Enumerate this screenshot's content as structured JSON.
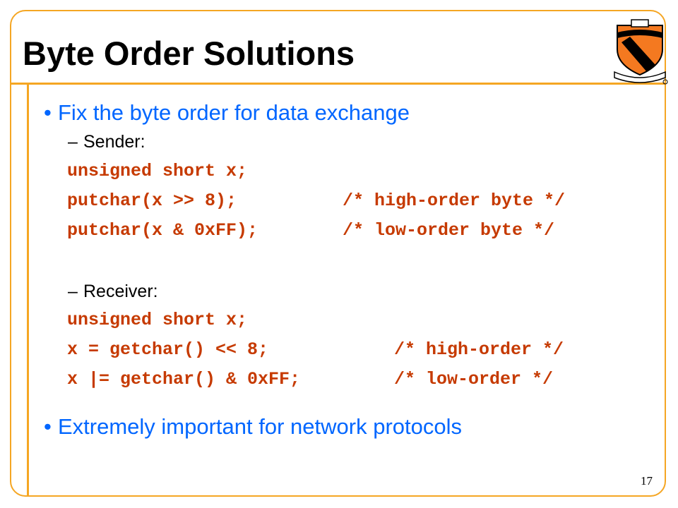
{
  "slide": {
    "title": "Byte Order Solutions",
    "page_number": "17"
  },
  "bullets": [
    "Fix the byte order for data exchange",
    "Extremely important for network protocols"
  ],
  "sender": {
    "label": "Sender:",
    "lines": [
      {
        "code": "unsigned short x;",
        "comment": ""
      },
      {
        "code": "putchar(x >> 8);",
        "comment": "/* high-order byte */"
      },
      {
        "code": "putchar(x & 0xFF);",
        "comment": "/* low-order byte */"
      }
    ]
  },
  "receiver": {
    "label": "Receiver:",
    "lines": [
      {
        "code": "unsigned short x;",
        "comment": ""
      },
      {
        "code": "x = getchar() << 8;",
        "comment": "/* high-order */"
      },
      {
        "code": "x |= getchar() & 0xFF;",
        "comment": "/* low-order */"
      }
    ]
  },
  "colors": {
    "frame": "#f5a623",
    "bullet_text": "#0066ff",
    "code_text": "#c63a00",
    "logo_shield": "#f47920"
  },
  "icons": {
    "logo": "princeton-shield-icon"
  }
}
